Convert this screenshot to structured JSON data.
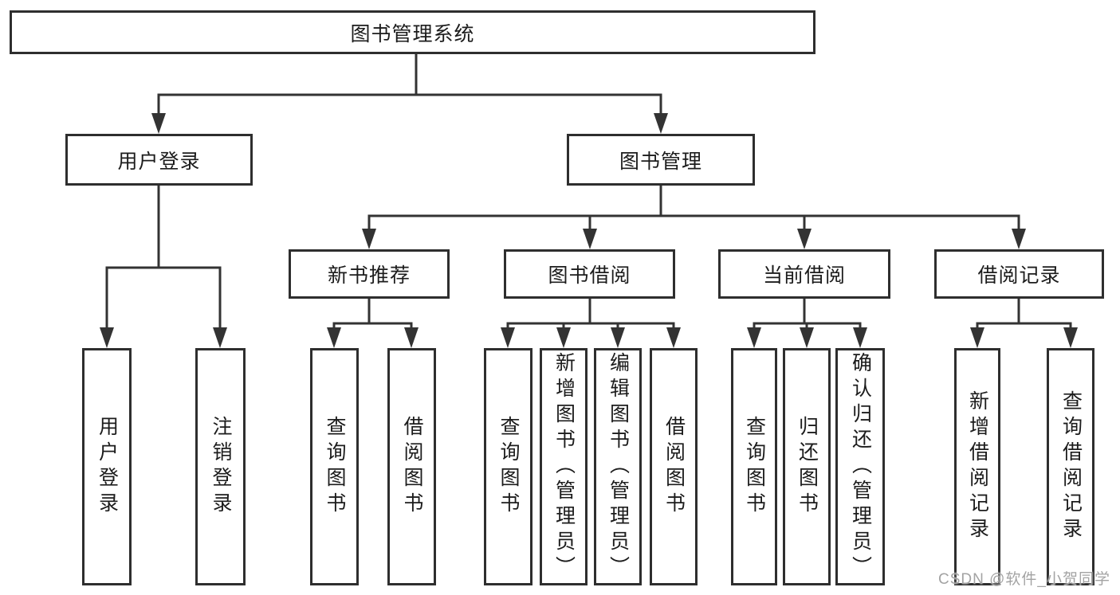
{
  "diagram": {
    "root": {
      "label": "图书管理系统"
    },
    "level2": [
      {
        "label": "用户登录"
      },
      {
        "label": "图书管理"
      }
    ],
    "level3": [
      {
        "label": "新书推荐"
      },
      {
        "label": "图书借阅"
      },
      {
        "label": "当前借阅"
      },
      {
        "label": "借阅记录"
      }
    ],
    "leaves": {
      "user_login": [
        "用户登录",
        "注销登录"
      ],
      "new_book_recommend": [
        "查询图书",
        "借阅图书"
      ],
      "book_borrowing": [
        "查询图书",
        "新增图书（管理员）",
        "编辑图书（管理员）",
        "借阅图书"
      ],
      "current_borrowing": [
        "查询图书",
        "归还图书",
        "确认归还（管理员）"
      ],
      "borrowing_records": [
        "新增借阅记录",
        "查询借阅记录"
      ]
    }
  },
  "watermark": "CSDN @软件_小贺同学",
  "colors": {
    "line": "#333333",
    "border": "#2e2e2e",
    "text": "#1c1c1c",
    "watermark": "#a3a3a3",
    "background": "#ffffff"
  }
}
